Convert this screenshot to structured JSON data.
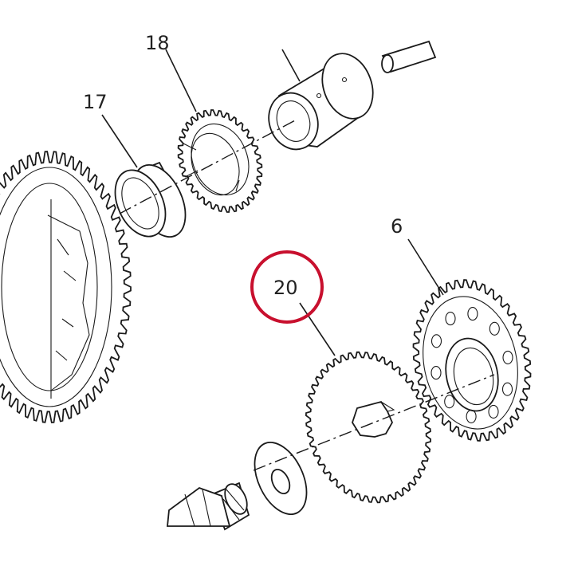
{
  "diagram": {
    "callouts": [
      {
        "id": "callout-18",
        "label": "18"
      },
      {
        "id": "callout-17",
        "label": "17"
      },
      {
        "id": "callout-6",
        "label": "6"
      },
      {
        "id": "callout-20",
        "label": "20"
      }
    ],
    "highlight_color": "#c8102e",
    "line_color": "#1a1a1a"
  }
}
